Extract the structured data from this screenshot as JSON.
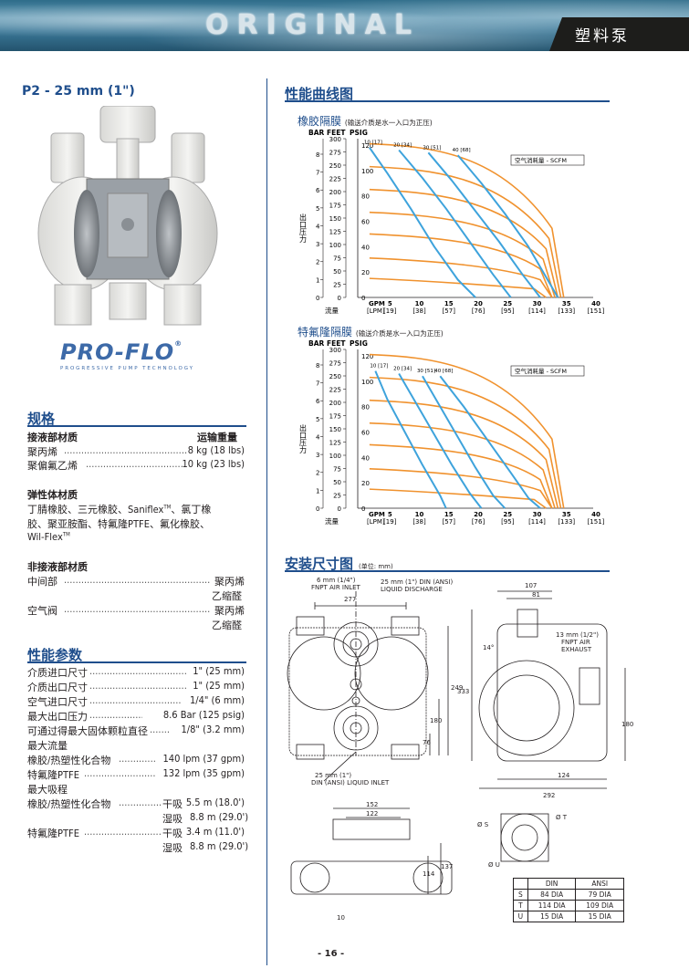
{
  "banner": {
    "title": "ORIGINAL",
    "tab": "塑料泵"
  },
  "product": {
    "title": "P2 - 25 mm (1\")",
    "logo": "PRO-FLO",
    "logo_tagline": "PROGRESSIVE PUMP TECHNOLOGY",
    "logo_mark": "®"
  },
  "specs": {
    "heading": "规格",
    "wetted": {
      "label": "接液部材质",
      "weight_label": "运输重量",
      "rows": [
        {
          "name": "聚丙烯",
          "value": "8 kg (18 lbs)"
        },
        {
          "name": "聚偏氟乙烯",
          "value": "10 kg (23 lbs)"
        }
      ]
    },
    "elastomer": {
      "label": "弹性体材质",
      "line1": "丁腈橡胶、三元橡胶、Saniflex",
      "line1_tm": "TM",
      "line1_end": "、氯丁橡",
      "line2": "胶、聚亚胺酯、特氟隆PTFE、氟化橡胶、",
      "line3": "Wil-Flex",
      "line3_tm": "TM"
    },
    "nonwetted": {
      "label": "非接液部材质",
      "rows": [
        {
          "name": "中间部",
          "value": "聚丙烯",
          "value2": "乙缩醛"
        },
        {
          "name": "空气阀",
          "value": "聚丙烯",
          "value2": "乙缩醛"
        }
      ]
    }
  },
  "perf": {
    "heading": "性能参数",
    "rows": [
      {
        "name": "介质进口尺寸",
        "value": "1\" (25 mm)"
      },
      {
        "name": "介质出口尺寸",
        "value": "1\" (25 mm)"
      },
      {
        "name": "空气进口尺寸",
        "value": "1/4\" (6 mm)"
      },
      {
        "name": "最大出口压力",
        "value": "8.6 Bar (125 psig)"
      },
      {
        "name": "可通过得最大固体颗粒直径",
        "value": "1/8\" (3.2 mm)"
      }
    ],
    "max_flow": "最大流量",
    "flow_rows": [
      {
        "name": "橡胶/热塑性化合物",
        "value": "140 lpm (37 gpm)"
      },
      {
        "name": "特氟隆PTFE",
        "value": "132 lpm (35 gpm)"
      }
    ],
    "max_suction": "最大吸程",
    "suction": [
      {
        "name": "橡胶/热塑性化合物",
        "dry": "干吸",
        "dry_val": "5.5 m (18.0')",
        "wet": "湿吸",
        "wet_val": "8.8 m (29.0')"
      },
      {
        "name": "特氟隆PTFE",
        "dry": "干吸",
        "dry_val": "3.4 m (11.0')",
        "wet": "湿吸",
        "wet_val": "8.8 m (29.0')"
      }
    ]
  },
  "curves": {
    "heading": "性能曲线图",
    "axis": {
      "bar": "BAR",
      "feet": "FEET",
      "psig": "PSIG",
      "pressure": "出口压力",
      "flow": "流量",
      "gpm": "GPM",
      "lpm": "[LPM]",
      "air": "空气消耗量 - SCFM",
      "bar_ticks": [
        "8",
        "7",
        "6",
        "5",
        "4",
        "3",
        "2",
        "1",
        "0"
      ],
      "feet_ticks": [
        "300",
        "275",
        "250",
        "225",
        "200",
        "175",
        "150",
        "125",
        "100",
        "75",
        "50",
        "25",
        "0"
      ],
      "psig_ticks": [
        "120",
        "100",
        "80",
        "60",
        "40",
        "20",
        "0"
      ],
      "gpm_ticks": [
        "5",
        "10",
        "15",
        "20",
        "25",
        "30",
        "35",
        "40"
      ],
      "lpm_ticks": [
        "[19]",
        "[38]",
        "[57]",
        "[76]",
        "[95]",
        "[114]",
        "[133]",
        "[151]"
      ]
    },
    "rubber": {
      "title": "橡胶隔膜",
      "note": "(输送介质是水一入口为正压)",
      "air_labels": [
        "10 [17]",
        "20 [34]",
        "30 [51]",
        "40 [68]"
      ]
    },
    "ptfe": {
      "title": "特氟隆隔膜",
      "note": "(输送介质是水一入口为正压)",
      "air_labels": [
        "10 [17]",
        "20 [34]",
        "30 [51]",
        "40 [68]"
      ]
    }
  },
  "chart_data": [
    {
      "type": "line",
      "title": "橡胶隔膜",
      "xlabel": "流量 GPM [LPM]",
      "ylabel": "出口压力 PSIG",
      "xlim": [
        0,
        40
      ],
      "ylim": [
        0,
        125
      ],
      "series": [
        {
          "name": "10 [17]",
          "x": [
            2,
            5,
            9,
            13,
            17,
            20
          ],
          "y": [
            118,
            98,
            70,
            40,
            14,
            0
          ]
        },
        {
          "name": "20 [34]",
          "x": [
            7,
            11,
            15,
            19,
            23,
            26
          ],
          "y": [
            116,
            94,
            70,
            44,
            18,
            0
          ]
        },
        {
          "name": "30 [51]",
          "x": [
            12,
            16,
            20,
            24,
            28,
            31
          ],
          "y": [
            114,
            92,
            68,
            44,
            18,
            0
          ]
        },
        {
          "name": "40 [68]",
          "x": [
            17,
            21,
            25,
            29,
            32,
            34
          ],
          "y": [
            112,
            90,
            66,
            40,
            16,
            0
          ]
        }
      ]
    },
    {
      "type": "line",
      "title": "特氟隆隔膜",
      "xlabel": "流量 GPM [LPM]",
      "ylabel": "出口压力 PSIG",
      "xlim": [
        0,
        40
      ],
      "ylim": [
        0,
        125
      ],
      "series": [
        {
          "name": "10 [17]",
          "x": [
            3,
            5,
            8,
            11,
            14,
            15
          ],
          "y": [
            108,
            86,
            60,
            34,
            10,
            0
          ]
        },
        {
          "name": "20 [34]",
          "x": [
            7,
            10,
            13,
            16,
            19,
            21
          ],
          "y": [
            106,
            82,
            58,
            34,
            12,
            0
          ]
        },
        {
          "name": "30 [51]",
          "x": [
            11,
            14,
            17,
            20,
            23,
            25
          ],
          "y": [
            104,
            80,
            56,
            32,
            10,
            0
          ]
        },
        {
          "name": "40 [68]",
          "x": [
            14,
            18,
            22,
            26,
            29,
            31
          ],
          "y": [
            104,
            80,
            54,
            28,
            8,
            0
          ]
        }
      ]
    }
  ],
  "dims": {
    "heading": "安装尺寸图",
    "unit": "(单位: mm)",
    "air_inlet": "6 mm (1/4\")",
    "air_inlet2": "FNPT AIR INLET",
    "discharge": "25 mm (1\") DIN (ANSI)",
    "discharge2": "LIQUID DISCHARGE",
    "inlet": "25 mm (1\")",
    "inlet2": "DIN (ANSI) LIQUID INLET",
    "exhaust": "13 mm (1/2\")",
    "exhaust2": "FNPT AIR",
    "exhaust3": "EXHAUST",
    "d277": "277",
    "d249": "249",
    "d180": "180",
    "d76": "76",
    "d333": "333",
    "d107": "107",
    "d81": "81",
    "d14": "14°",
    "d180b": "180",
    "d124": "124",
    "d292": "292",
    "d152": "152",
    "d122": "122",
    "d137": "137",
    "d114": "114",
    "d10": "10",
    "s": "Ø S",
    "t": "Ø T",
    "u": "Ø U",
    "table": {
      "head": [
        "",
        "DIN",
        "ANSI"
      ],
      "rows": [
        [
          "S",
          "84 DIA",
          "79 DIA"
        ],
        [
          "T",
          "114 DIA",
          "109 DIA"
        ],
        [
          "U",
          "15 DIA",
          "15 DIA"
        ]
      ]
    }
  },
  "page": "- 16 -"
}
